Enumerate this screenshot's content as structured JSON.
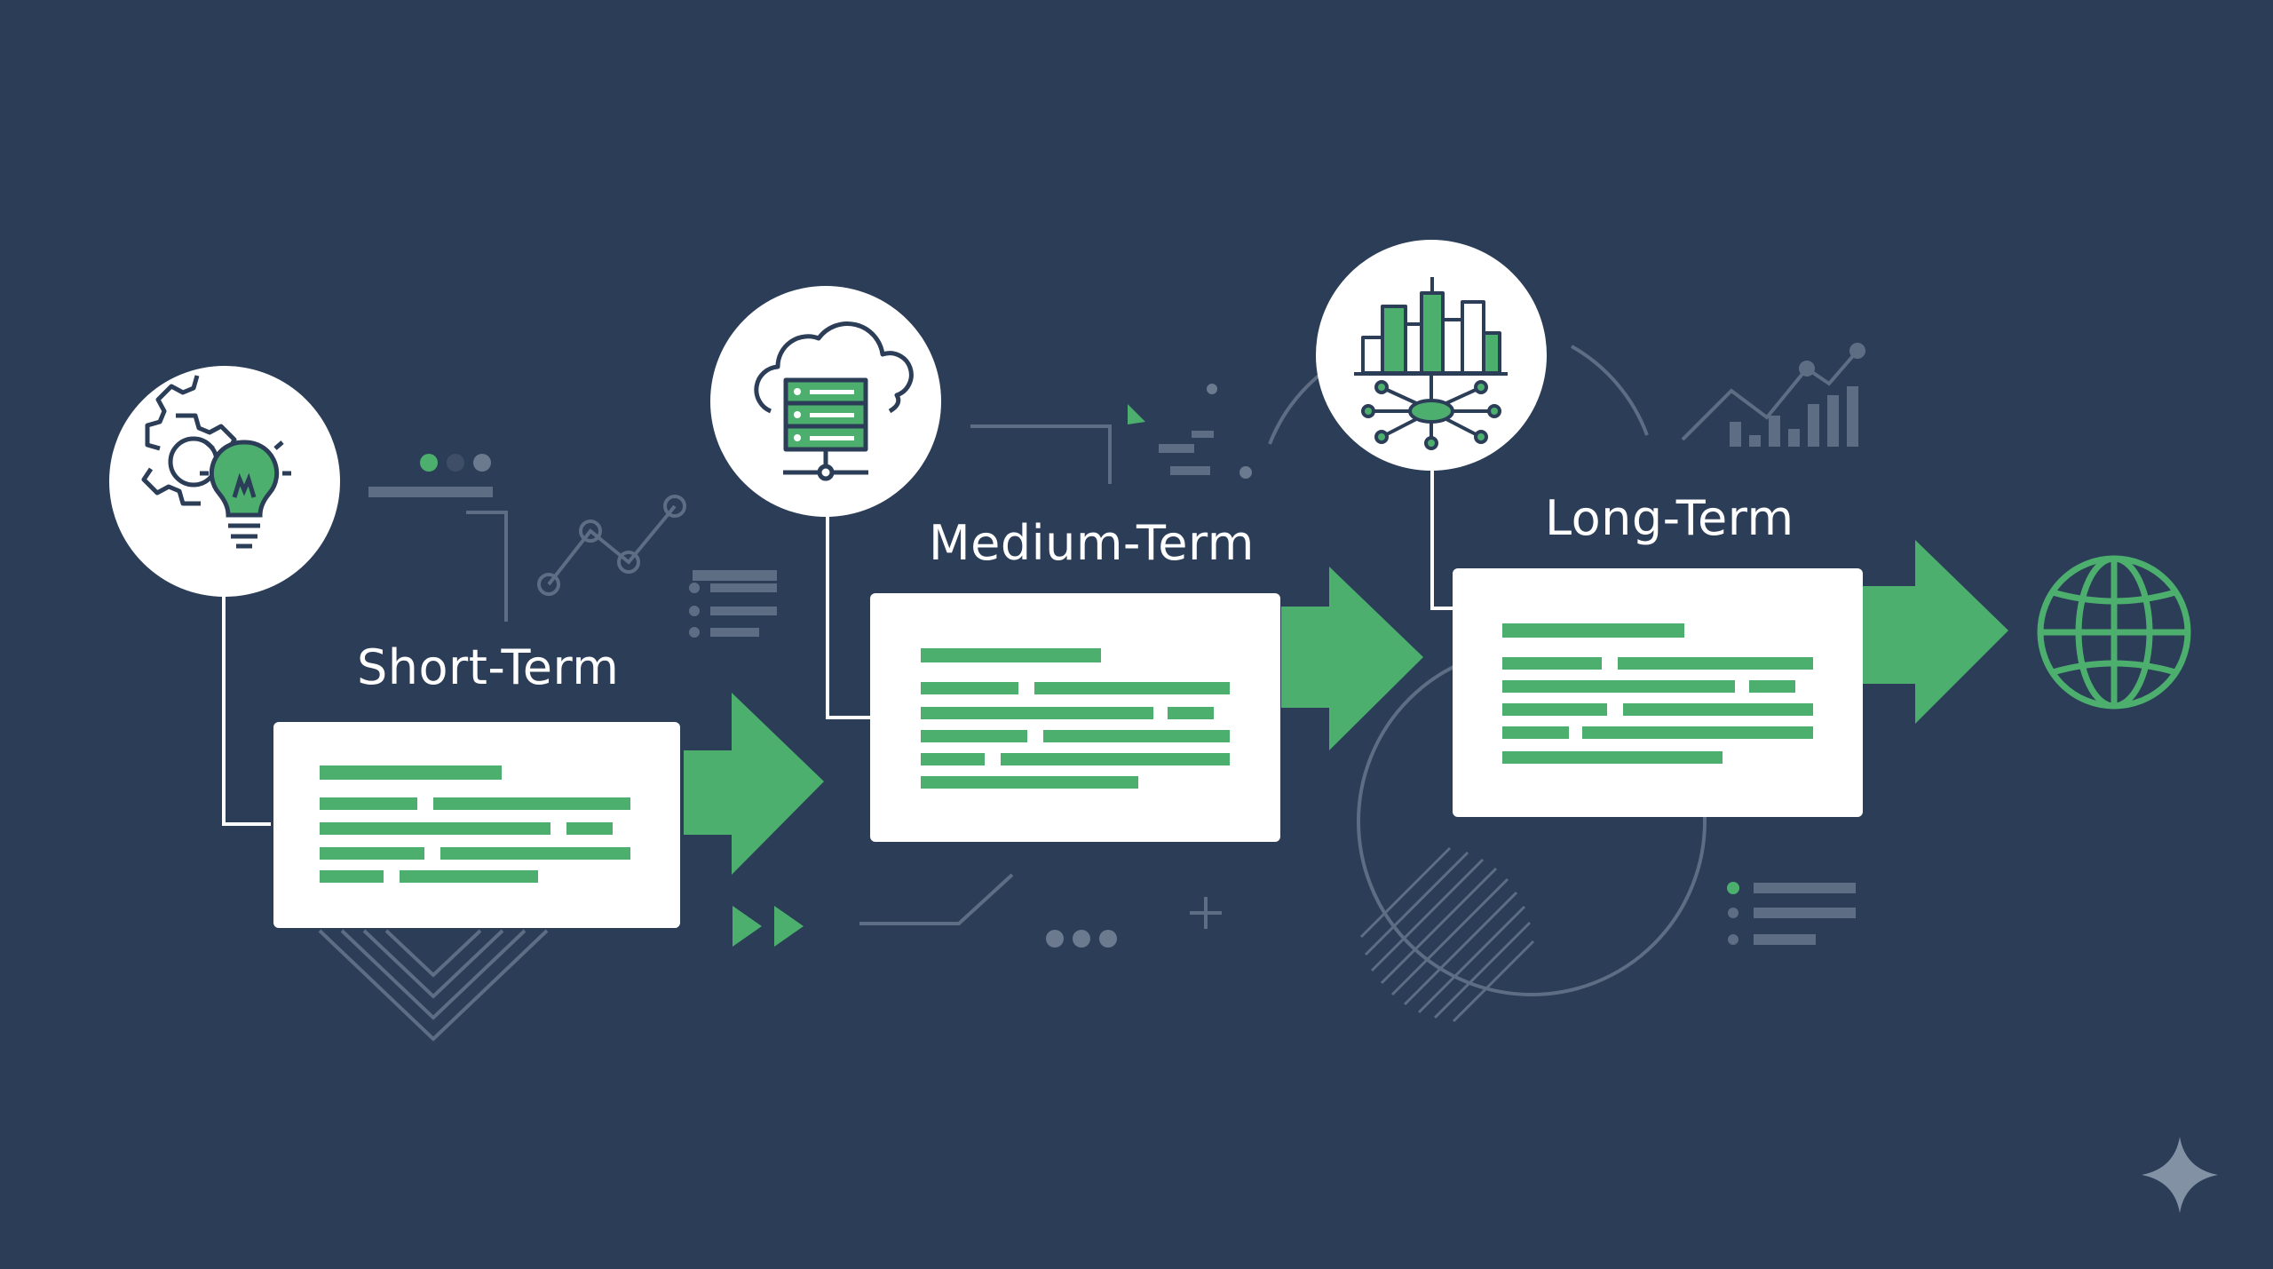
{
  "colors": {
    "background": "#2b3d57",
    "accent": "#4caf6e",
    "card": "#ffffff",
    "line": "#ffffff",
    "decor": "#5d6d84"
  },
  "stages": [
    {
      "label": "Short-Term",
      "icon": "gear-lightbulb-icon"
    },
    {
      "label": "Medium-Term",
      "icon": "cloud-server-icon"
    },
    {
      "label": "Long-Term",
      "icon": "city-network-icon"
    }
  ],
  "destination": {
    "icon": "globe-icon"
  },
  "corner_mark": {
    "icon": "sparkle-icon"
  }
}
